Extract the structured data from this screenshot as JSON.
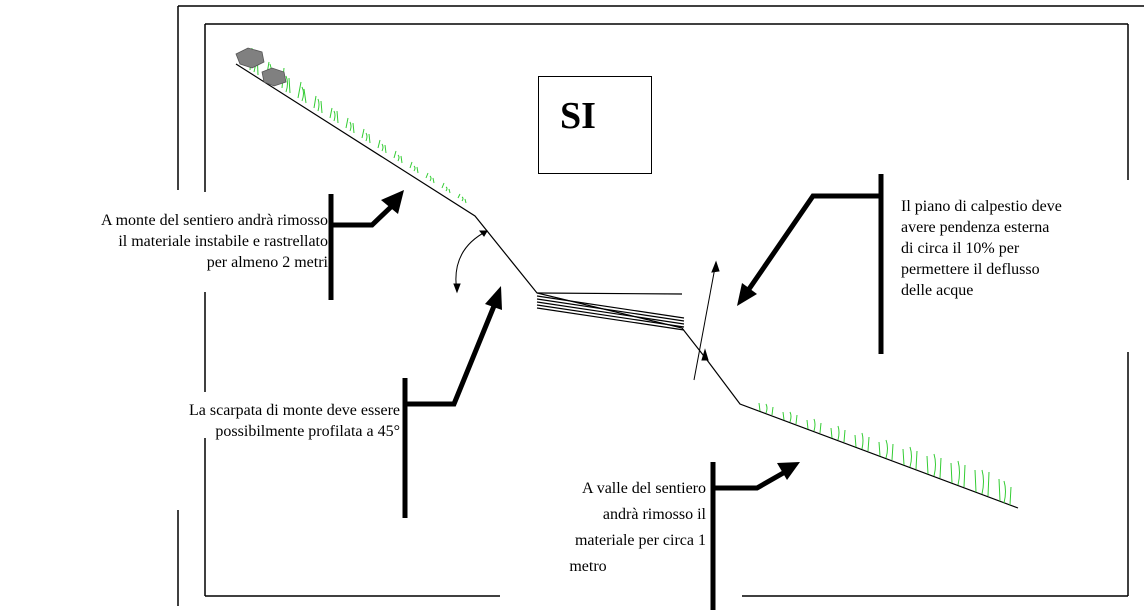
{
  "diagram": {
    "badge": "SI",
    "annotations": {
      "upslope_clearing": [
        "A monte del sentiero andrà rimosso",
        "il materiale instabile e rastrellato",
        "per almeno 2 metri"
      ],
      "upper_scarp": [
        "La scarpata di monte deve essere",
        "possibilmente profilata a 45°"
      ],
      "tread_slope": [
        "Il piano di calpestio deve",
        "avere pendenza esterna",
        "di circa il 10% per",
        "permettere il deflusso",
        "delle acque"
      ],
      "downslope_clearing": [
        "A valle del sentiero",
        "andrà rimosso il",
        "materiale per circa 1",
        "metro"
      ]
    },
    "colors": {
      "grass": "#33cc33",
      "rock": "#808080",
      "line": "#000000"
    }
  }
}
